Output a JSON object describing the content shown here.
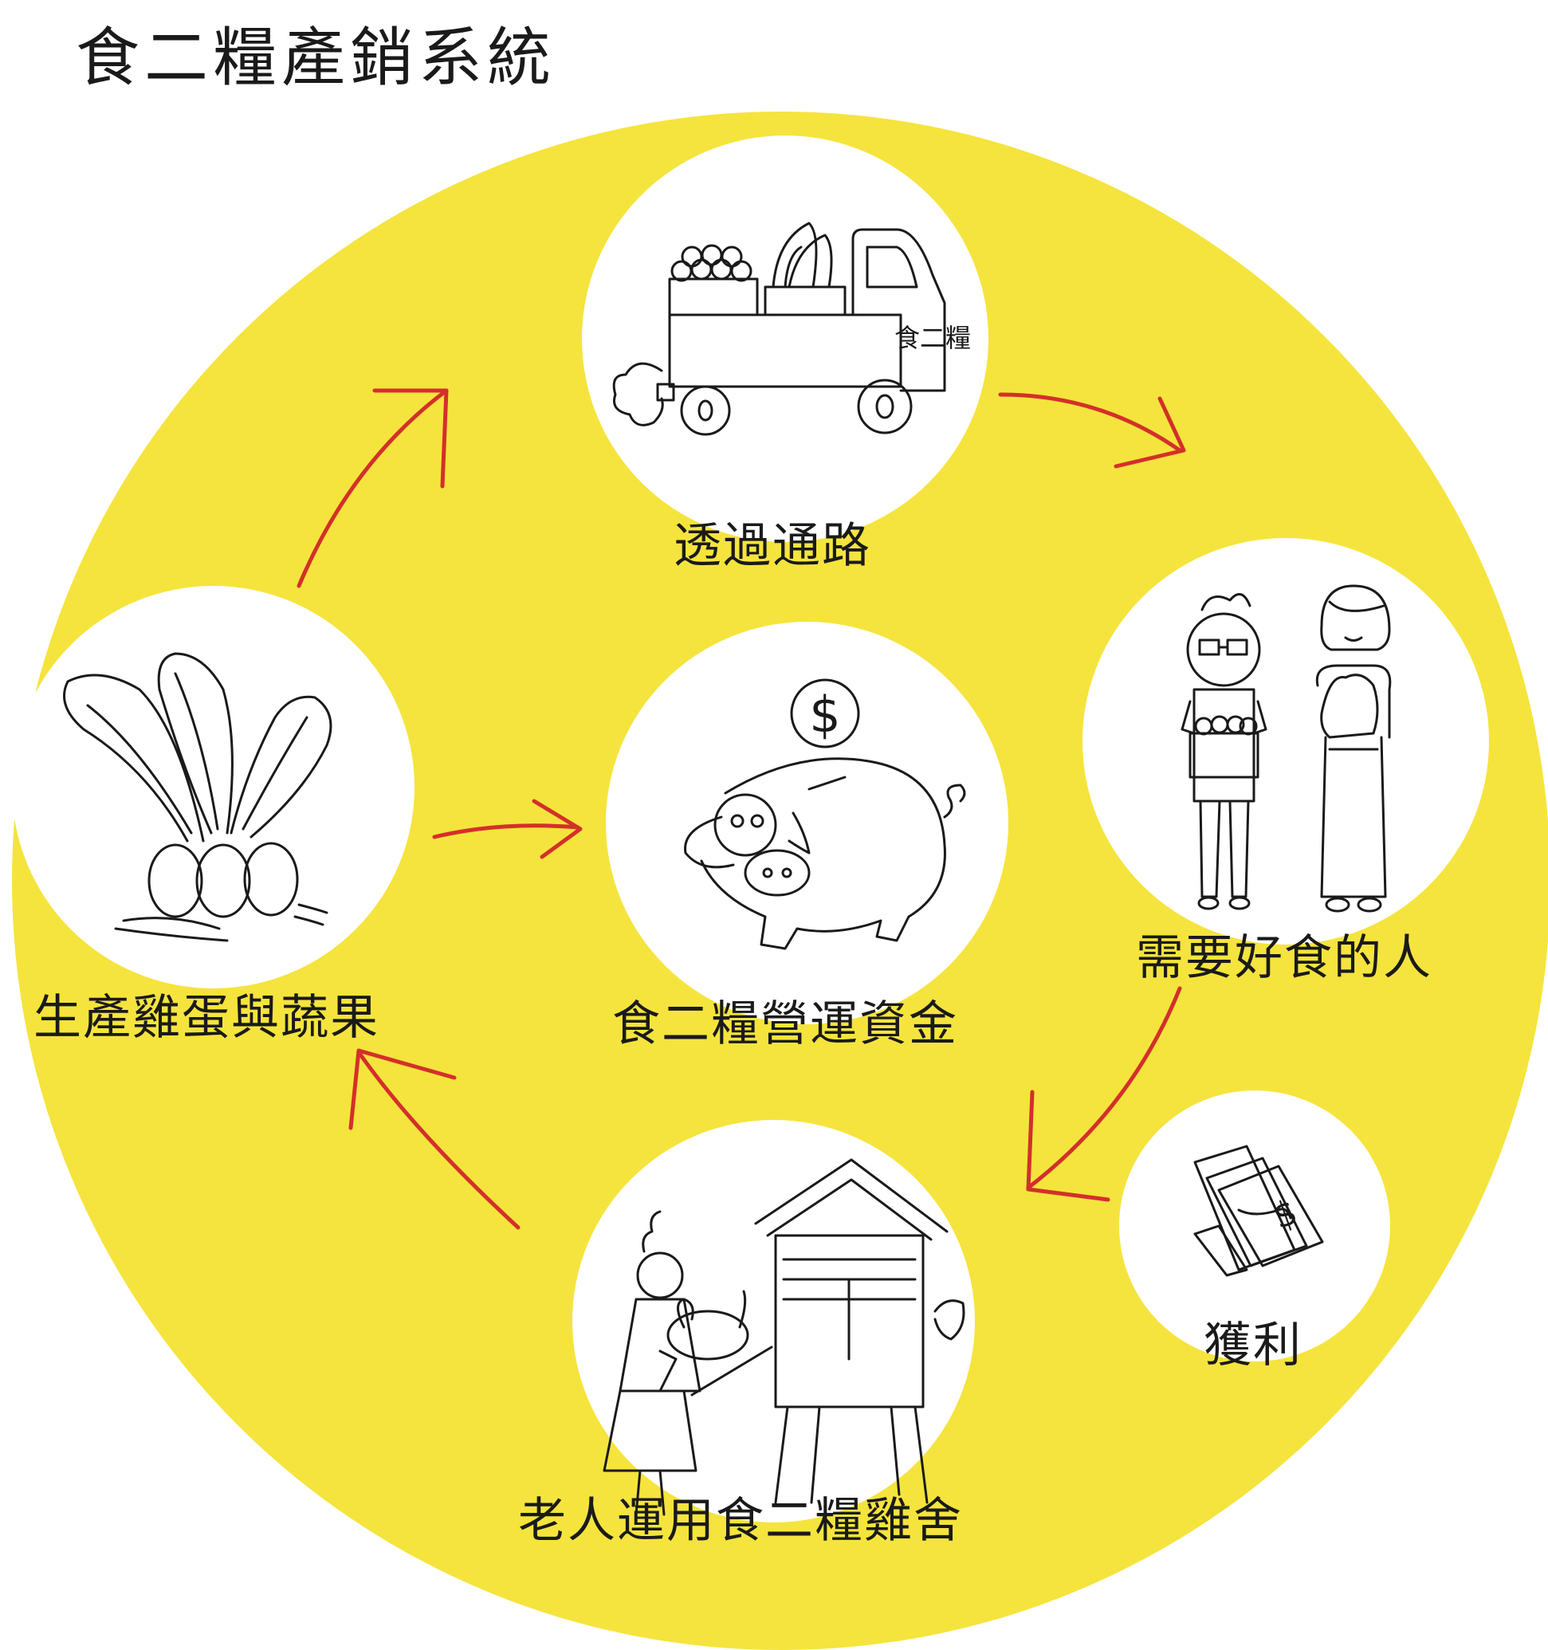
{
  "title": "食二糧產銷系統",
  "colors": {
    "background": "#ffffff",
    "circle": "#f5e43d",
    "node": "#ffffff",
    "arrow": "#d3302a",
    "ink": "#1a1a1a"
  },
  "nodes": {
    "channel": {
      "label": "透過通路",
      "icon": "truck-icon",
      "truck_text": "食二糧"
    },
    "consumers": {
      "label": "需要好食的人",
      "icon": "people-icon"
    },
    "profit": {
      "label": "獲利",
      "icon": "money-icon"
    },
    "coop": {
      "label": "老人運用食二糧雞舍",
      "icon": "chicken-coop-icon"
    },
    "produce": {
      "label": "生產雞蛋與蔬果",
      "icon": "vegetables-eggs-icon"
    },
    "fund": {
      "label": "食二糧營運資金",
      "icon": "piggy-bank-icon",
      "coin_symbol": "$"
    }
  }
}
